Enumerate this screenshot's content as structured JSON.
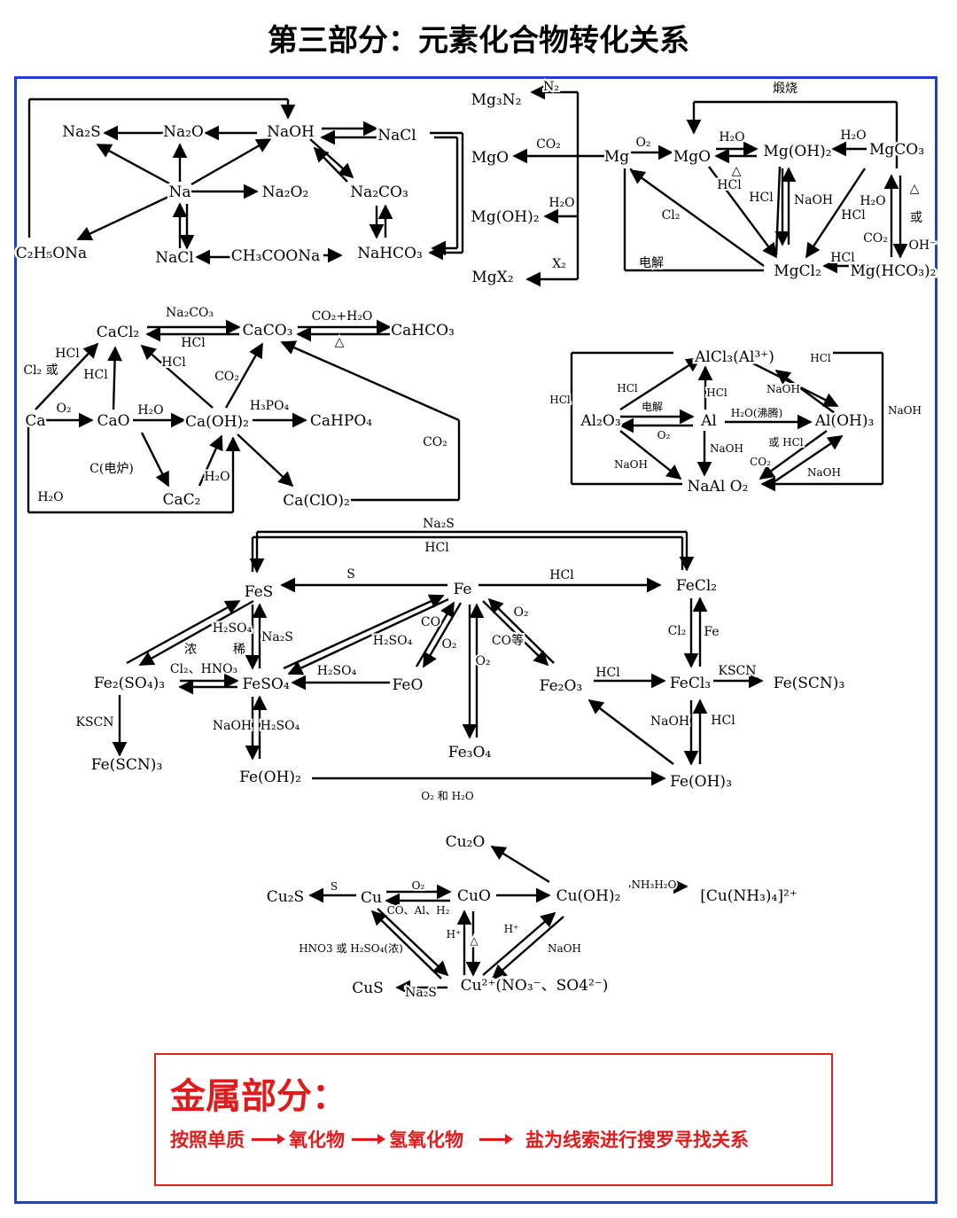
{
  "title": "第三部分：元素化合物转化关系",
  "summary": {
    "heading": "金属部分：",
    "steps": [
      "按照单质",
      "氧化物",
      "氢氧化物",
      "盐为线索进行搜罗寻找关系"
    ]
  },
  "colors": {
    "frame": "#1f3ec9",
    "accent": "#e01b1b",
    "ink": "#000000"
  },
  "nodes": [
    {
      "id": "Na2S",
      "text": "Na₂S"
    },
    {
      "id": "Na2O",
      "text": "Na₂O"
    },
    {
      "id": "NaOH",
      "text": "NaOH"
    },
    {
      "id": "NaCl1",
      "text": "NaCl"
    },
    {
      "id": "Na",
      "text": "Na"
    },
    {
      "id": "Na2O2",
      "text": "Na₂O₂"
    },
    {
      "id": "Na2CO3",
      "text": "Na₂CO₃"
    },
    {
      "id": "C2H5ONa",
      "text": "C₂H₅ONa"
    },
    {
      "id": "NaCl2",
      "text": "NaCl"
    },
    {
      "id": "CH3COONa",
      "text": "CH₃COONa"
    },
    {
      "id": "NaHCO3",
      "text": "NaHCO₃"
    },
    {
      "id": "Mg3N2",
      "text": "Mg₃N₂"
    },
    {
      "id": "MgO1",
      "text": "MgO"
    },
    {
      "id": "MgOH2a",
      "text": "Mg(OH)₂"
    },
    {
      "id": "MgX2",
      "text": "MgX₂"
    },
    {
      "id": "Mg",
      "text": "Mg"
    },
    {
      "id": "MgO2",
      "text": "MgO"
    },
    {
      "id": "MgOH2b",
      "text": "Mg(OH)₂"
    },
    {
      "id": "MgCO3",
      "text": "MgCO₃"
    },
    {
      "id": "MgCl2",
      "text": "MgCl₂"
    },
    {
      "id": "MgHCO32",
      "text": "Mg(HCO₃)₂"
    },
    {
      "id": "CaCl2",
      "text": "CaCl₂"
    },
    {
      "id": "CaCO3",
      "text": "CaCO₃"
    },
    {
      "id": "CaHCO3",
      "text": "CaHCO₃"
    },
    {
      "id": "Ca",
      "text": "Ca"
    },
    {
      "id": "CaO",
      "text": "CaO"
    },
    {
      "id": "CaOH2",
      "text": "Ca(OH)₂"
    },
    {
      "id": "CaHPO4",
      "text": "CaHPO₄"
    },
    {
      "id": "CaC2",
      "text": "CaC₂"
    },
    {
      "id": "CaClO2",
      "text": "Ca(ClO)₂"
    },
    {
      "id": "AlCl3",
      "text": "AlCl₃(Al³⁺)"
    },
    {
      "id": "Al2O3",
      "text": "Al₂O₃"
    },
    {
      "id": "Al",
      "text": "Al"
    },
    {
      "id": "AlOH3",
      "text": "Al(OH)₃"
    },
    {
      "id": "NaAlO2",
      "text": "NaAl O₂"
    },
    {
      "id": "FeS",
      "text": "FeS"
    },
    {
      "id": "Fe",
      "text": "Fe"
    },
    {
      "id": "FeCl2",
      "text": "FeCl₂"
    },
    {
      "id": "Fe2SO43",
      "text": "Fe₂(SO₄)₃"
    },
    {
      "id": "FeSO4",
      "text": "FeSO₄"
    },
    {
      "id": "FeO",
      "text": "FeO"
    },
    {
      "id": "Fe2O3",
      "text": "Fe₂O₃"
    },
    {
      "id": "FeCl3",
      "text": "FeCl₃"
    },
    {
      "id": "FeSCN3a",
      "text": "Fe(SCN)₃"
    },
    {
      "id": "FeSCN3b",
      "text": "Fe(SCN)₃"
    },
    {
      "id": "Fe3O4",
      "text": "Fe₃O₄"
    },
    {
      "id": "FeOH2",
      "text": "Fe(OH)₂"
    },
    {
      "id": "FeOH3",
      "text": "Fe(OH)₃"
    },
    {
      "id": "Cu2O",
      "text": "Cu₂O"
    },
    {
      "id": "Cu2S",
      "text": "Cu₂S"
    },
    {
      "id": "Cu",
      "text": "Cu"
    },
    {
      "id": "CuO",
      "text": "CuO"
    },
    {
      "id": "CuOH2",
      "text": "Cu(OH)₂"
    },
    {
      "id": "CuNH34",
      "text": "[Cu(NH₃)₄]²⁺"
    },
    {
      "id": "CuS",
      "text": "CuS"
    },
    {
      "id": "Cu2plus",
      "text": "Cu²⁺(NO₃⁻、SO4²⁻)"
    }
  ],
  "labels": [
    "N₂",
    "CO₂",
    "H₂O",
    "X₂",
    "O₂",
    "H₂O",
    "H₂O",
    "△",
    "HCl",
    "HCl",
    "NaOH",
    "Cl₂",
    "H₂O",
    "HCl",
    "CO₂",
    "电解",
    "HCl",
    "煅烧",
    "△",
    "或",
    "OH⁻",
    "Na₂CO₃",
    "HCl",
    "CO₂+H₂O",
    "△",
    "HCl",
    "Cl₂ 或",
    "HCl",
    "HCl",
    "O₂",
    "H₂O",
    "CO₂",
    "H₃PO₄",
    "CO₂",
    "C(电炉)",
    "H₂O",
    "H₂O",
    "HCl",
    "HCl",
    "HCl",
    "NaOH",
    "HCl",
    "电解",
    "O₂",
    "H₂O(沸腾)",
    "NaOH",
    "或 HCl",
    "CO₂",
    "NaOH",
    "NaOH",
    "NaOH",
    "Na₂S",
    "HCl",
    "S",
    "HCl",
    "H₂SO₄",
    "浓",
    "稀",
    "Na₂S",
    "Cl₂、HNO₃",
    "H₂SO₄",
    "H₂SO₄",
    "CO",
    "O₂",
    "O₂",
    "O₂",
    "CO等",
    "Cl₂",
    "Fe",
    "HCl",
    "KSCN",
    "KSCN",
    "NaOH",
    "H₂SO₄",
    "NaOH",
    "HCl",
    "O₂ 和 H₂O",
    "S",
    "O₂",
    "CO、Al、H₂",
    "NH₃H₂O",
    "H⁺",
    "△",
    "H⁺",
    "NaOH",
    "HNO3 或 H₂SO₄(浓)",
    "Na₂S"
  ]
}
